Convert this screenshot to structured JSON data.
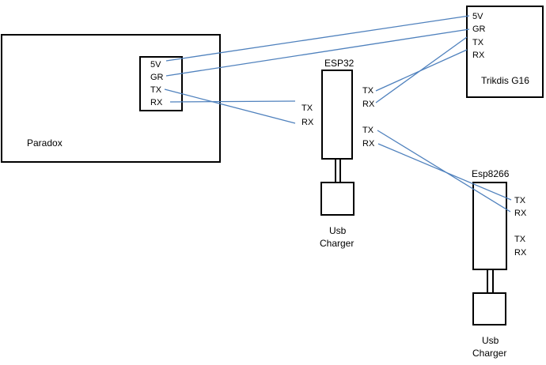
{
  "paradox": {
    "name": "Paradox",
    "pins": [
      "5V",
      "GR",
      "TX",
      "RX"
    ]
  },
  "trikdis": {
    "name": "Trikdis G16",
    "pins": [
      "5V",
      "GR",
      "TX",
      "RX"
    ]
  },
  "esp32": {
    "name": "ESP32",
    "left_pins": [
      "TX",
      "RX"
    ],
    "right_pins_upper": [
      "TX",
      "RX"
    ],
    "right_pins_lower": [
      "TX",
      "RX"
    ]
  },
  "esp8266": {
    "name": "Esp8266",
    "pins_upper": [
      "TX",
      "RX"
    ],
    "pins_lower": [
      "TX",
      "RX"
    ]
  },
  "charger1": {
    "line1": "Usb",
    "line2": "Charger"
  },
  "charger2": {
    "line1": "Usb",
    "line2": "Charger"
  },
  "colors": {
    "wire": "#4f81bd",
    "outline": "#000000"
  }
}
